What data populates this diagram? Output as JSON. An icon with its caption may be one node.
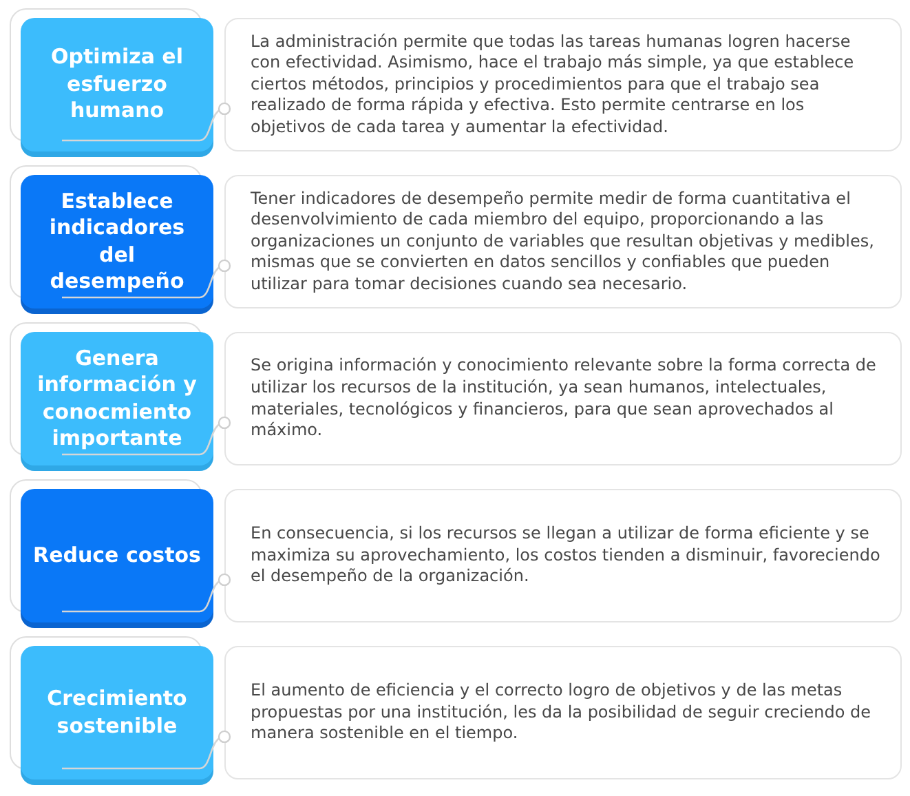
{
  "diagram": {
    "nodes": [
      {
        "text": [
          "Optimiza el esfuerzo humano"
        ]
      },
      {
        "text": [
          "La administración permite que todas las tareas humanas logren hacerse con efectividad. Asimismo, hace el trabajo más simple, ya que establece ciertos métodos, principios y procedimientos para que el trabajo sea realizado de forma rápida y efectiva. Esto permite centrarse en los objetivos de cada tarea y aumentar la efectividad."
        ]
      },
      {
        "text": [
          "Establece indicadores del desempeño"
        ]
      },
      {
        "text": [
          "Tener indicadores de desempeño permite medir de forma cuantitativa el desenvolvimiento de cada miembro del equipo, proporcionando a las organizaciones un conjunto de variables que resultan objetivas y medibles, mismas que se convierten en datos sencillos y confiables que pueden utilizar para tomar decisiones cuando sea necesario."
        ]
      },
      {
        "text": [
          "Genera información y conocmiento importante"
        ]
      },
      {
        "text": [
          "Se origina información y conocimiento relevante sobre la forma correcta de utilizar los recursos de la institución, ya sean humanos, intelectuales, materiales, tecnológicos y financieros, para que sean aprovechados al máximo."
        ]
      },
      {
        "text": [
          "Reduce costos"
        ]
      },
      {
        "text": [
          "En consecuencia, si los recursos se llegan a utilizar de forma eficiente y se maximiza su aprovechamiento, los costos tienden a disminuir, favoreciendo el desempeño de la organización."
        ]
      },
      {
        "text": [
          "Crecimiento sostenible"
        ]
      },
      {
        "text": [
          "El aumento de eficiencia y el correcto logro de objetivos y de las metas propuestas por una institución, les da la posibilidad de seguir creciendo de manera sostenible en el tiempo."
        ]
      }
    ],
    "edges": [
      {
        "from": 0,
        "to": 1,
        "arrow": "other"
      },
      {
        "from": 2,
        "to": 3,
        "arrow": "other"
      },
      {
        "from": 4,
        "to": 5,
        "arrow": "other"
      },
      {
        "from": 6,
        "to": 7,
        "arrow": "other"
      },
      {
        "from": 8,
        "to": 9,
        "arrow": "other"
      }
    ]
  }
}
